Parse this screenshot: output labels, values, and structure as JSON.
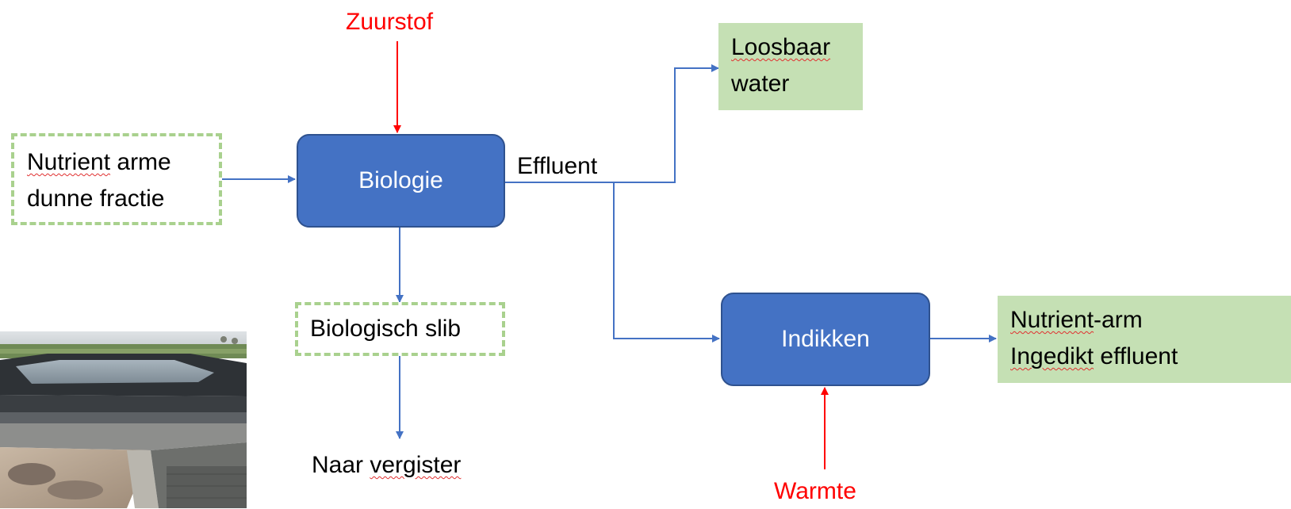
{
  "diagram": {
    "zuurstof": "Zuurstof",
    "warmte": "Warmte",
    "input": {
      "line1_a": "Nutrient",
      "line1_b": " arme",
      "line2": "dunne fractie"
    },
    "biologie": "Biologie",
    "effluent": "Effluent",
    "loosbaar": {
      "line1": "Loosbaar",
      "line2": "water"
    },
    "slib": "Biologisch slib",
    "vergister": {
      "a": "Naar ",
      "b": "vergister"
    },
    "indikken": "Indikken",
    "output": {
      "line1_a": "Nutrient",
      "line1_b": "-arm",
      "line2_a": "Ingedikt",
      "line2_b": " effluent"
    }
  },
  "colors": {
    "flow_line": "#4472c4",
    "input_line": "#ff0000",
    "process_fill": "#4472c4",
    "output_fill": "#c5e0b4",
    "dashed_border": "#a9d18e"
  }
}
